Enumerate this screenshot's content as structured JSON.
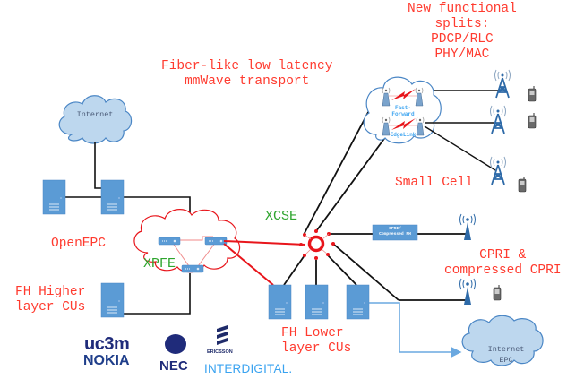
{
  "diagram": {
    "title_annotations": {
      "fiber_transport": "Fiber-like low latency\nmmWave transport",
      "functional_splits": "New functional\nsplits:\nPDCP/RLC\nPHY/MAC",
      "small_cell": "Small Cell",
      "cpri": "CPRI &\ncompressed CPRI",
      "open_epc": "OpenEPC",
      "fh_higher": "FH Higher\nlayer CUs",
      "fh_lower": "FH Lower\nlayer CUs",
      "xcse": "XCSE",
      "xpfe": "XPFE"
    },
    "clouds": {
      "internet_top": "Internet",
      "internet_epc": "Internet\nEPC",
      "fast_forward": "Fast-\nForward",
      "edgelink": "EdgeLink"
    },
    "boxes": {
      "cpri_box": "CPRI/\nCompressed FH"
    },
    "logos": {
      "uc3m": "uc3m",
      "nokia": "NOKIA",
      "nec": "NEC",
      "ericsson": "ERICSSON",
      "interdigital": "INTERDIGITAL."
    },
    "colors": {
      "red_text": "#ff3b2f",
      "green_text": "#2ea52e",
      "server_blue": "#5b9bd5",
      "cloud_fill": "#bdd7ee",
      "cloud_stroke": "#4a86c5",
      "link_red": "#e8151b",
      "link_black": "#111111",
      "link_blue": "#6aa8e0"
    }
  }
}
